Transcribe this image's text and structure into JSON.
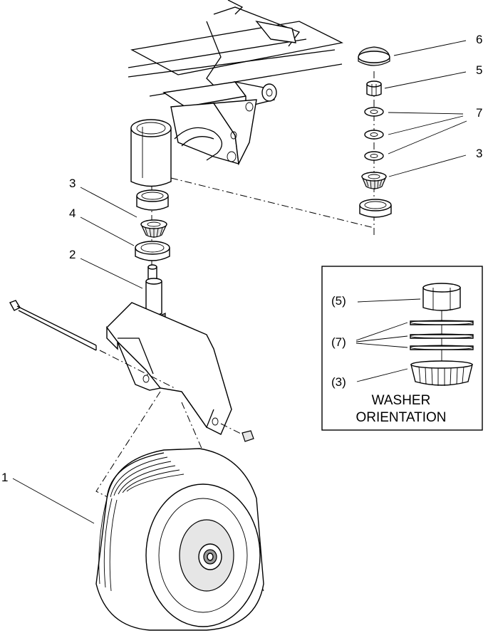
{
  "callouts": {
    "item_1": "1",
    "item_2": "2",
    "item_3_left": "3",
    "item_4": "4",
    "item_3_right": "3",
    "item_5": "5",
    "item_6": "6",
    "item_7": "7"
  },
  "inset": {
    "label_5": "(5)",
    "label_7": "(7)",
    "label_3": "(3)",
    "title_line1": "WASHER",
    "title_line2": "ORIENTATION"
  }
}
